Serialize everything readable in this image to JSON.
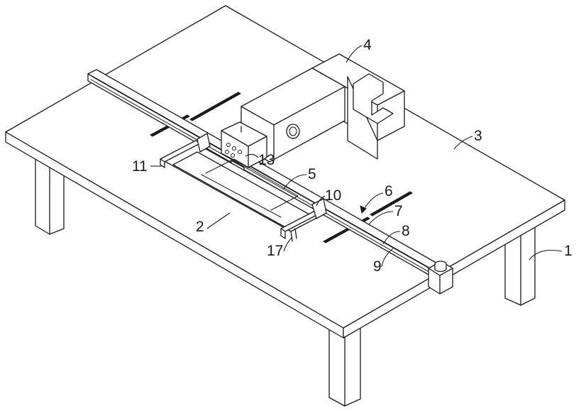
{
  "figure": {
    "labels": [
      {
        "id": "part-1",
        "text": "1"
      },
      {
        "id": "part-2",
        "text": "2"
      },
      {
        "id": "part-3",
        "text": "3"
      },
      {
        "id": "part-4",
        "text": "4"
      },
      {
        "id": "part-5",
        "text": "5"
      },
      {
        "id": "part-6",
        "text": "6"
      },
      {
        "id": "part-7",
        "text": "7"
      },
      {
        "id": "part-8",
        "text": "8"
      },
      {
        "id": "part-9",
        "text": "9"
      },
      {
        "id": "part-10",
        "text": "10"
      },
      {
        "id": "part-11",
        "text": "11"
      },
      {
        "id": "part-13",
        "text": "13"
      },
      {
        "id": "part-17",
        "text": "17"
      }
    ]
  }
}
